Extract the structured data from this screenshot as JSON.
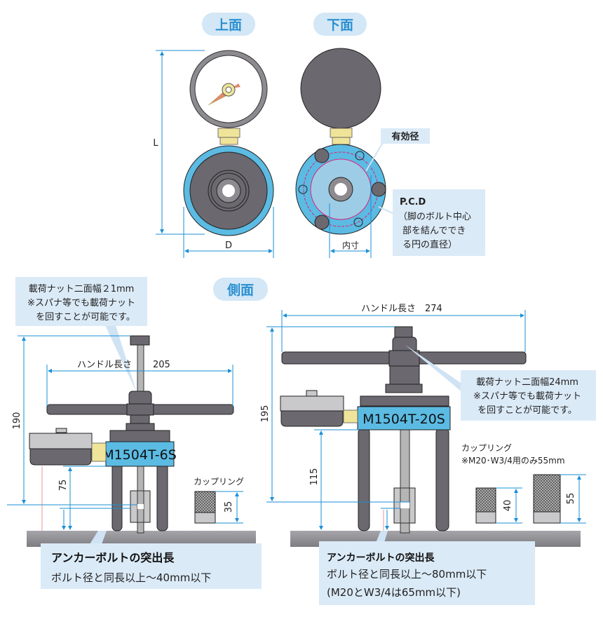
{
  "views": {
    "top": "上面",
    "bottom": "下面",
    "side": "側面"
  },
  "top_view": {
    "dim_L": "L",
    "dim_D": "D"
  },
  "bottom_view": {
    "effective_diameter": "有効径",
    "inner_size": "内寸",
    "pcd_title": "P.C.D",
    "pcd_lines": [
      "（脚のボルト中心",
      "部を結んででき",
      "る円の直径）"
    ]
  },
  "left_model": {
    "name": "M1504T-6S",
    "nut_note": [
      "載荷ナット二面幅２1mm",
      "※スパナ等でも載荷ナット",
      "を回すことが可能です。"
    ],
    "handle_label": "ハンドル長さ",
    "handle_length": "205",
    "height": "190",
    "leg_height": "75",
    "coupling_label": "カップリング",
    "coupling_height": "35",
    "anchor_title": "アンカーボルトの突出長",
    "anchor_lines": [
      "ボルト径と同長以上～40mm以下"
    ]
  },
  "right_model": {
    "name": "M1504T-20S",
    "nut_note": [
      "載荷ナット二面幅24mm",
      "※スパナ等でも載荷ナット",
      "を回すことが可能です。"
    ],
    "handle_label": "ハンドル長さ",
    "handle_length": "274",
    "height": "195",
    "leg_height": "115",
    "coupling_label": "カップリング",
    "coupling_note": "※M20･W3/4用のみ55mm",
    "coupling_heights": [
      "40",
      "55"
    ],
    "anchor_title": "アンカーボルトの突出長",
    "anchor_lines": [
      "ボルト径と同長以上～80mm以下",
      "(M20とW3/4は65mm以下)"
    ]
  },
  "colors": {
    "dimension": "#1a8fd6",
    "body_blue": "#5bbbe3",
    "callout": "#dbeaf7",
    "dark": "#6b6870"
  }
}
